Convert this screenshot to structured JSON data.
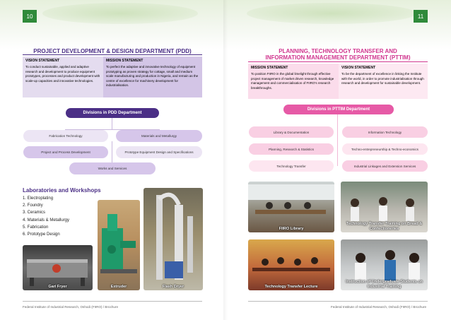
{
  "left_page": {
    "page_number": "10",
    "department_title": "PROJECT DEVELOPMENT & DESIGN DEPARTMENT (PDD)",
    "vision": {
      "title": "VISION STATEMENT",
      "text": "To conduct sustainable, applied and adaptive research and development to produce equipment prototypes, processes and product development with scale-up capacities and innovative technologies."
    },
    "mission": {
      "title": "MISSION STATEMENT",
      "text": "To perfect the adaptive and innovative technology of equipment prototyping as proven strategy for cottage, small and medium scale manufacturing and production in Nigeria, and remain as the centre of excellence for machinery development for industrialisation."
    },
    "divisions_title": "Divisions in PDD Department",
    "divisions": [
      "Fabrication Technology",
      "Materials and Metallurgy",
      "Project and Process Development",
      "Prototype Equipment Design and Specifications",
      "Works and Services"
    ],
    "labs_title": "Laboratories and Workshops",
    "labs": [
      "1.   Electroplating",
      "2.   Foundry",
      "3.   Ceramics",
      "4.   Materials & Metallurgy",
      "5.   Fabrication",
      "6.   Prototype Design"
    ],
    "photos": [
      "Extruder",
      "Gari Fryer",
      "Flash Dryer"
    ],
    "footer": "Federal Institute of Industrial Research, Oshodi (FIIRO)    /    Brochure",
    "colors": {
      "accent": "#4b2f86",
      "vision_bg": "#e4dcef",
      "mission_bg": "#d3c5e6",
      "pill": "#d6c6ea"
    }
  },
  "right_page": {
    "page_number": "11",
    "department_title_line1": "PLANNING, TECHNOLOGY TRANSFER AND",
    "department_title_line2": "INFORMATION MANAGEMENT DEPARTMENT (PTTIM)",
    "mission": {
      "title": "MISSION STATEMENT",
      "text": "To position FIIRO in the global limelight through effective project management of market driven research, knowledge management and commercialisation of FIIRO's research breakthroughs."
    },
    "vision": {
      "title": "VISION STATEMENT",
      "text": "To be the department of excellence in linking the Institute with the world, in order to promote industrialisation through research and development for sustainable development."
    },
    "divisions_title": "Divisions in PTTIM Department",
    "divisions": [
      "Library & Documentation",
      "Information Technology",
      "Planning, Research & Statistics",
      "Techno-entrepreneurship & Techno-economics",
      "Technology Transfer",
      "Industrial Linkages and Extension Services"
    ],
    "photos": [
      "FIIRO Library",
      "Technology Transfer Training on Bread & Confectioneries",
      "Technology Transfer Lecture",
      "Instruction of Undergraduate Students on Industrial Training"
    ],
    "footer": "Federal Institute of Industrial Research, Oshodi (FIIRO)    /    Brochure",
    "colors": {
      "accent": "#d0348e",
      "mission_bg": "#fbdceb",
      "vision_bg": "#fde9f2",
      "pill": "#f9cfe3"
    }
  },
  "page_green": "#2f8a3a"
}
